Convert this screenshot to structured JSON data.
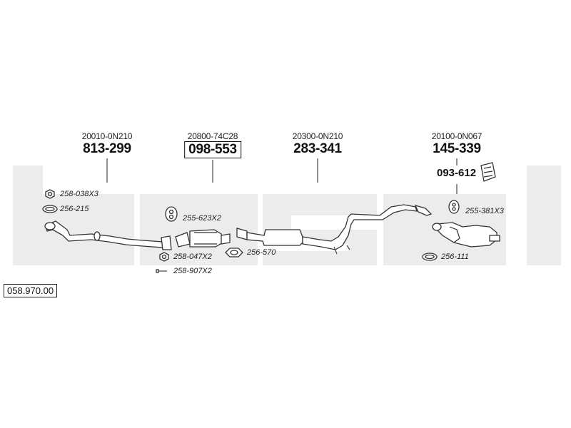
{
  "catalog_number": "058.970.00",
  "groups": [
    {
      "id": "front-pipe",
      "oem": "20010-0N210",
      "part": "813-299",
      "boxed": false
    },
    {
      "id": "catalyst",
      "oem": "20800-74C28",
      "part": "098-553",
      "boxed": true
    },
    {
      "id": "middle-silencer",
      "oem": "20300-0N210",
      "part": "283-341",
      "boxed": false
    },
    {
      "id": "rear-silencer",
      "oem": "20100-0N067",
      "part": "145-339",
      "boxed": false
    }
  ],
  "extra_part": "093-612",
  "accessories": [
    {
      "id": "acc-258-038",
      "label": "258-038X3",
      "icon": "nut-icon"
    },
    {
      "id": "acc-256-215",
      "label": "256-215",
      "icon": "gasket-ring-icon"
    },
    {
      "id": "acc-255-623",
      "label": "255-623X2",
      "icon": "rubber-hanger-icon"
    },
    {
      "id": "acc-258-047",
      "label": "258-047X2",
      "icon": "nut-icon"
    },
    {
      "id": "acc-258-907",
      "label": "258-907X2",
      "icon": "bolt-icon"
    },
    {
      "id": "acc-256-570",
      "label": "256-570",
      "icon": "flange-gasket-icon"
    },
    {
      "id": "acc-255-381",
      "label": "255-381X3",
      "icon": "rubber-hanger-icon"
    },
    {
      "id": "acc-256-111",
      "label": "256-111",
      "icon": "gasket-ring-icon"
    }
  ],
  "colors": {
    "watermark": "#ececec",
    "line": "#333333",
    "text": "#111111"
  }
}
